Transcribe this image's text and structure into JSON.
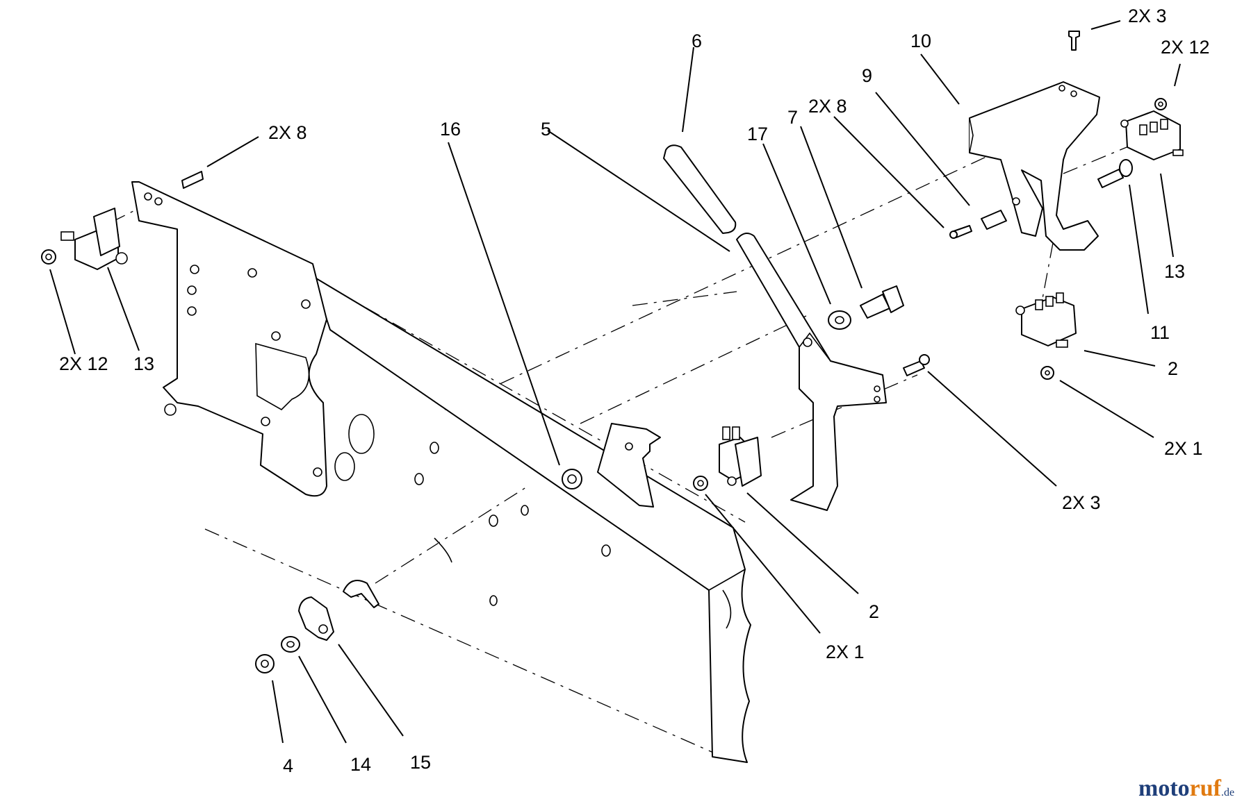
{
  "callouts": [
    {
      "id": "c-2x3-top",
      "text": "2X 3"
    },
    {
      "id": "c-2x12-top",
      "text": "2X 12"
    },
    {
      "id": "c-10",
      "text": "10"
    },
    {
      "id": "c-6",
      "text": "6"
    },
    {
      "id": "c-9",
      "text": "9"
    },
    {
      "id": "c-2x8-mid",
      "text": "2X 8"
    },
    {
      "id": "c-7",
      "text": "7"
    },
    {
      "id": "c-17",
      "text": "17"
    },
    {
      "id": "c-16",
      "text": "16"
    },
    {
      "id": "c-5",
      "text": "5"
    },
    {
      "id": "c-2x8-left",
      "text": "2X 8"
    },
    {
      "id": "c-2x12-left",
      "text": "2X 12"
    },
    {
      "id": "c-13-left",
      "text": "13"
    },
    {
      "id": "c-13-right",
      "text": "13"
    },
    {
      "id": "c-11",
      "text": "11"
    },
    {
      "id": "c-2-right",
      "text": "2"
    },
    {
      "id": "c-2x1-right",
      "text": "2X 1"
    },
    {
      "id": "c-2x3-right",
      "text": "2X 3"
    },
    {
      "id": "c-2-mid",
      "text": "2"
    },
    {
      "id": "c-2x1-mid",
      "text": "2X 1"
    },
    {
      "id": "c-4",
      "text": "4"
    },
    {
      "id": "c-14",
      "text": "14"
    },
    {
      "id": "c-15",
      "text": "15"
    }
  ],
  "watermark": {
    "brand_part1": "moto",
    "brand_part2": "ruf",
    "tld": ".de",
    "colors": {
      "part1": "#1f3f7a",
      "part2": "#e07a10"
    }
  }
}
